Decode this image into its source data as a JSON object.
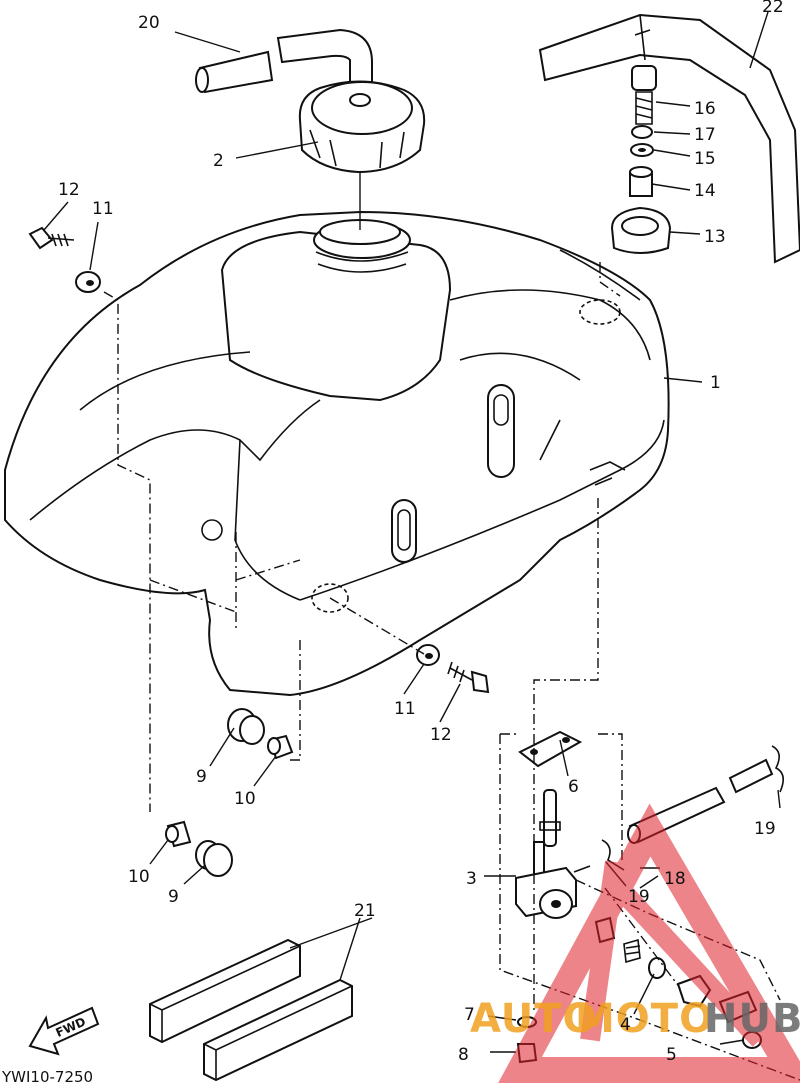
{
  "diagram_code": "YWI10-7250",
  "fwd_label": "FWD",
  "watermark": {
    "text_auto": "AUTO",
    "text_moto": "MOTO",
    "text_hub": "HUB",
    "color_primary": "#e0202a",
    "color_accent": "#f0a020",
    "color_dark": "#555555"
  },
  "callouts": {
    "c1": "1",
    "c2": "2",
    "c3": "3",
    "c4": "4",
    "c5": "5",
    "c6": "6",
    "c7": "7",
    "c8": "8",
    "c9a": "9",
    "c9b": "9",
    "c10a": "10",
    "c10b": "10",
    "c11a": "11",
    "c11b": "11",
    "c12a": "12",
    "c12b": "12",
    "c13": "13",
    "c14": "14",
    "c15": "15",
    "c16": "16",
    "c17": "17",
    "c18": "18",
    "c19a": "19",
    "c19b": "19",
    "c20": "20",
    "c21": "21",
    "c22": "22"
  }
}
